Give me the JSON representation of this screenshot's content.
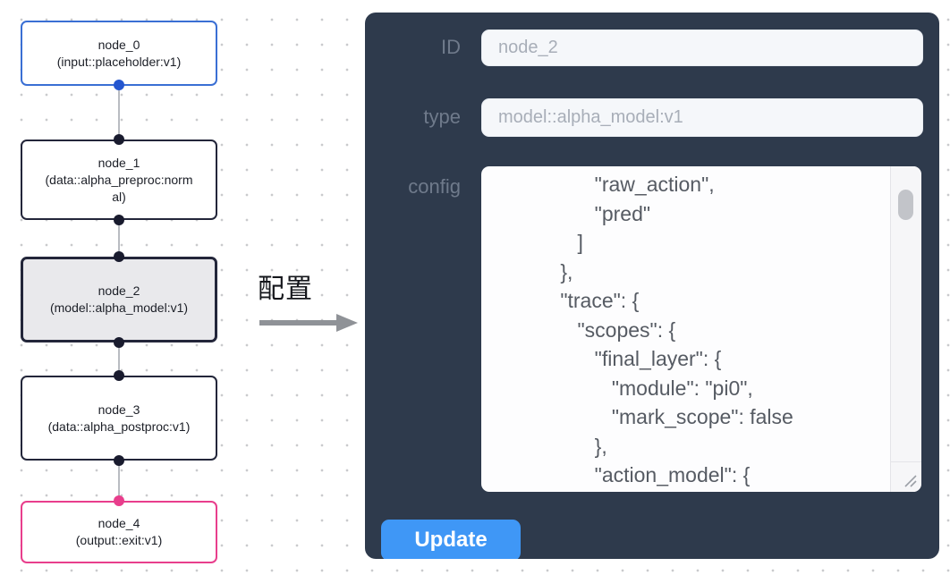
{
  "canvas": {
    "nodes": [
      {
        "title": "node_0",
        "subtitle": "(input::placeholder:v1)",
        "kind": "input",
        "accent": "#3a6fd4"
      },
      {
        "title": "node_1",
        "subtitle": "(data::alpha_preproc:normal)",
        "kind": "default",
        "accent": "#23263a"
      },
      {
        "title": "node_2",
        "subtitle": "(model::alpha_model:v1)",
        "kind": "selected",
        "accent": "#23263a"
      },
      {
        "title": "node_3",
        "subtitle": "(data::alpha_postproc:v1)",
        "kind": "default",
        "accent": "#23263a"
      },
      {
        "title": "node_4",
        "subtitle": "(output::exit:v1)",
        "kind": "output",
        "accent": "#e83e8c"
      }
    ]
  },
  "transition": {
    "label": "配置"
  },
  "panel": {
    "id_field": {
      "label": "ID",
      "value": "node_2"
    },
    "type_field": {
      "label": "type",
      "value": "model::alpha_model:v1"
    },
    "config_field": {
      "label": "config",
      "value": "            \"raw_action\",\n            \"pred\"\n         ]\n      },\n      \"trace\": {\n         \"scopes\": {\n            \"final_layer\": {\n               \"module\": \"pi0\",\n               \"mark_scope\": false\n            },\n            \"action_model\": {"
    },
    "update_button": "Update"
  },
  "colors": {
    "panel_background": "#2e3a4c",
    "field_background": "#f5f7fa",
    "field_text": "#a8aeb8",
    "label_text": "#6f7a8b",
    "button_blue": "#3f97f6",
    "node_input_blue": "#3a6fd4",
    "node_default_dark": "#23263a",
    "node_output_pink": "#e83e8c",
    "selected_node_fill": "#e9e9ec",
    "edge_gray": "#b9bcc2",
    "arrow_gray": "#8f9297",
    "dot_grid": "#c9cacd"
  }
}
